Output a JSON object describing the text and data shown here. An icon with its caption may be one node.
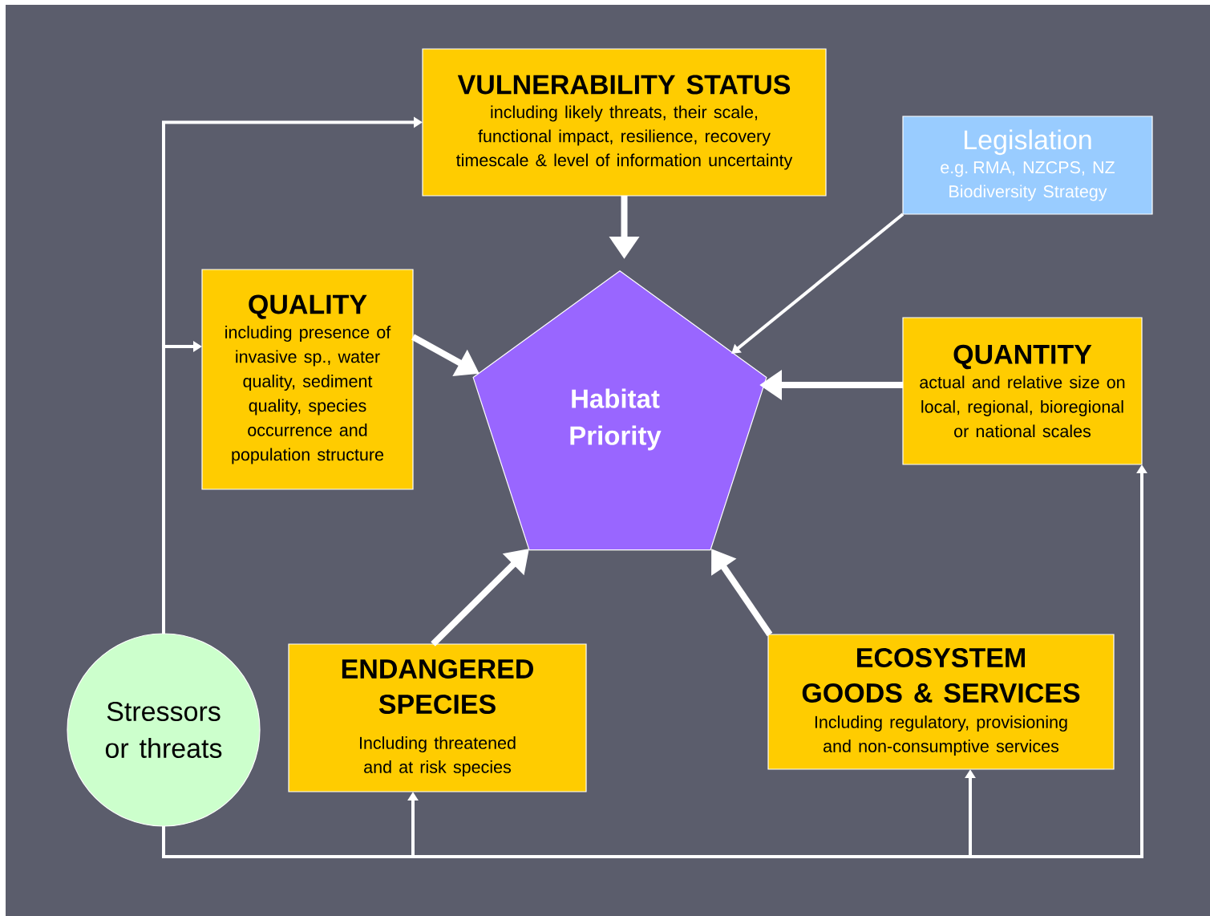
{
  "diagram": {
    "nodes": [
      {
        "text": [
          "VULNERABILITY STATUS",
          "including likely threats, their scale, functional impact, resilience, recovery timescale & level of information uncertainty"
        ]
      },
      {
        "text": [
          "Legislation",
          "e.g. RMA, NZCPS, NZ Biodiversity Strategy"
        ]
      },
      {
        "text": [
          "QUALITY",
          "including presence of invasive sp., water quality, sediment quality, species occurrence and population structure"
        ]
      },
      {
        "text": [
          "Habitat Priority"
        ]
      },
      {
        "text": [
          "QUANTITY",
          "actual and relative size on local, regional, bioregional or national scales"
        ]
      },
      {
        "text": [
          "Stressors or threats"
        ]
      },
      {
        "text": [
          "ENDANGERED SPECIES",
          "Including threatened and at risk species"
        ]
      },
      {
        "text": [
          "ECOSYSTEM GOODS & SERVICES",
          "Including regulatory, provisioning and non-consumptive services"
        ]
      }
    ],
    "edges": [
      {
        "from": 0,
        "to": 3,
        "arrow": "to",
        "style": "thick"
      },
      {
        "from": 1,
        "to": 3,
        "arrow": "to"
      },
      {
        "from": 2,
        "to": 3,
        "arrow": "to",
        "style": "thick"
      },
      {
        "from": 4,
        "to": 3,
        "arrow": "to",
        "style": "thick"
      },
      {
        "from": 6,
        "to": 3,
        "arrow": "to",
        "style": "thick"
      },
      {
        "from": 7,
        "to": 3,
        "arrow": "to",
        "style": "thick"
      },
      {
        "from": 5,
        "to": 0,
        "arrow": "to"
      },
      {
        "from": 5,
        "to": 2,
        "arrow": "to"
      },
      {
        "from": 5,
        "to": 6,
        "arrow": "to"
      },
      {
        "from": 5,
        "to": 7,
        "arrow": "to"
      },
      {
        "from": 5,
        "to": 4,
        "arrow": "to"
      }
    ]
  }
}
